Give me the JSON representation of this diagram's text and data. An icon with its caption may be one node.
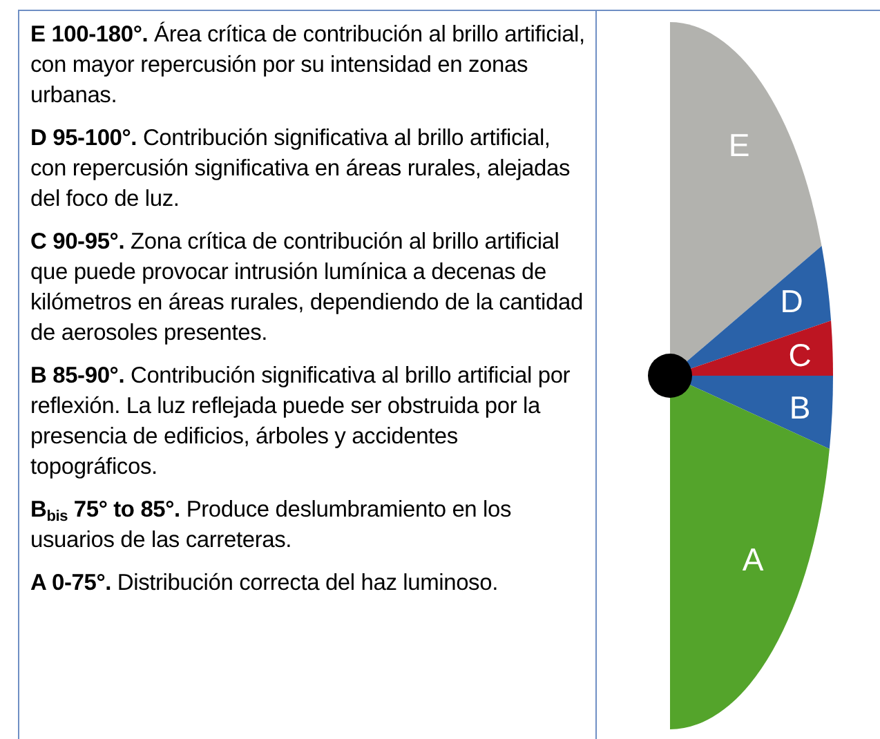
{
  "diagram": {
    "nodes": [
      {
        "text": [
          "E"
        ]
      },
      {
        "text": [
          "D"
        ]
      },
      {
        "text": [
          "C"
        ]
      },
      {
        "text": [
          "B"
        ]
      },
      {
        "text": [
          "A"
        ]
      },
      {
        "text": [],
        "shape": "circle"
      }
    ],
    "labels": [
      "**E 100-180°.** Área crítica de contribución al brillo artificial, con mayor repercusión por su intensidad en zonas urbanas.",
      "**D 95-100°.** Contribución significativa al brillo artificial, con repercusión significativa en áreas rurales, alejadas del foco de luz.",
      "**C 90-95°.** Zona crítica de contribución al brillo artificial que puede provocar intrusión lumínica a decenas de kilómetros en áreas rurales, dependiendo de la cantidad de aerosoles presentes.",
      "**B 85-90°.** Contribución significativa al brillo artificial por reflexión. La luz reflejada puede ser obstruida por la presencia de edificios, árboles y accidentes topográficos.",
      "**B**$_{bis}$ **75° to 85°.** Produce deslumbramiento en los usuarios de las carreteras.",
      "**A 0-75°.** Distribución correcta del haz luminoso."
    ]
  }
}
